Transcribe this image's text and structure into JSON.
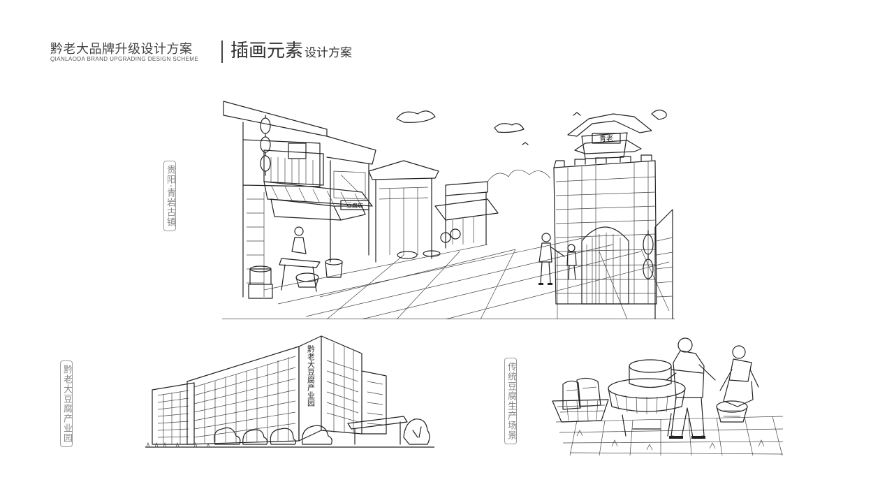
{
  "header": {
    "brand_cn": "黔老大品牌升级设计方案",
    "brand_en": "QIANLAODA BRAND UPGRADING DESIGN SCHEME",
    "title_main": "插画元素",
    "title_sub": "设计方案"
  },
  "labels": {
    "town": "贵阳·青岩古镇",
    "factory": "黔老大豆腐产业园",
    "craft": "传统豆腐生产场景"
  },
  "illustrations": {
    "town": {
      "gate_plaque": "青老",
      "shop_sign": "豆腐店"
    },
    "factory": {
      "building_sign": "黔老大豆腐产业园"
    }
  }
}
